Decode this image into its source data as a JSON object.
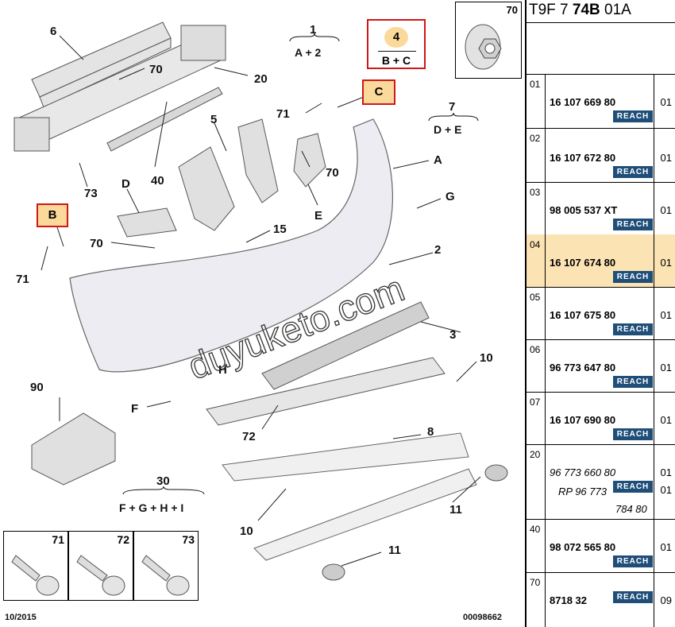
{
  "header": {
    "prefix": "T9F 7 ",
    "bold": "74B",
    "suffix": " 01A"
  },
  "corner": {
    "number": "70"
  },
  "rows": [
    {
      "idx": "01",
      "ref": "16 107 669 80",
      "qty": "01",
      "badge": "REACH"
    },
    {
      "idx": "02",
      "ref": "16 107 672 80",
      "qty": "01",
      "badge": "REACH"
    },
    {
      "idx": "03",
      "ref": "98 005 537 XT",
      "qty": "01",
      "badge": "REACH"
    },
    {
      "idx": "04",
      "ref": "16 107 674 80",
      "qty": "01",
      "badge": "REACH"
    },
    {
      "idx": "05",
      "ref": "16 107 675 80",
      "qty": "01",
      "badge": "REACH"
    },
    {
      "idx": "06",
      "ref": "96 773 647 80",
      "qty": "01",
      "badge": "REACH"
    },
    {
      "idx": "07",
      "ref": "16 107 690 80",
      "qty": "01",
      "badge": "REACH"
    },
    {
      "idx": "20",
      "ref": "96 773 660 80",
      "ref2": "RP 96 773",
      "ref3": "784 80",
      "qty": "01",
      "qty2": "01",
      "badge": "REACH"
    },
    {
      "idx": "40",
      "ref": "98 072 565 80",
      "qty": "01",
      "badge": "REACH"
    },
    {
      "idx": "70",
      "ref": "8718 32",
      "qty": "09",
      "badge": "REACH"
    }
  ],
  "labels": {
    "l6": "6",
    "l70a": "70",
    "l20": "20",
    "l40": "40",
    "l73": "73",
    "l5": "5",
    "lD": "D",
    "l70b": "70",
    "l71a": "71",
    "l70c": "70",
    "lE": "E",
    "l15": "15",
    "lA": "A",
    "lG": "G",
    "l2": "2",
    "l3": "3",
    "l10a": "10",
    "l10b": "10",
    "l8": "8",
    "l72": "72",
    "l11a": "11",
    "l11b": "11",
    "lF": "F",
    "lH": "H",
    "l90": "90",
    "l71b": "71",
    "lC": "C",
    "lB": "B",
    "l4": "4"
  },
  "groups": {
    "g1_num": "1",
    "g1_txt": "A + 2",
    "g4_txt": "B + C",
    "g7_num": "7",
    "g7_txt": "D + E",
    "g30_num": "30",
    "g30_txt": "F + G + H + I"
  },
  "fasteners": {
    "f71": "71",
    "f72": "72",
    "f73": "73"
  },
  "footer": {
    "date": "10/2015",
    "code": "00098662"
  },
  "watermark": "duyuketo.com",
  "colors": {
    "highlight": "#fbe3b3",
    "redbox": "#d01818",
    "badge": "#1f4e79"
  }
}
